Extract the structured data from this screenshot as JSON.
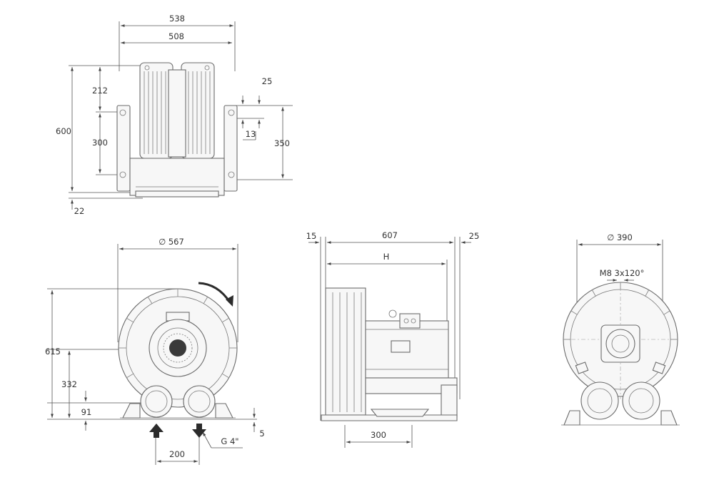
{
  "diagram": {
    "top_view": {
      "width_outer": "538",
      "width_inner": "508",
      "height_total": "600",
      "height_upper": "212",
      "height_lower": "300",
      "foot_height": "22",
      "bracket_offset": "25",
      "bracket_thickness": "13",
      "bracket_height": "350"
    },
    "front_view": {
      "diameter": "∅ 567",
      "height_total": "615",
      "height_center": "332",
      "port_height": "91",
      "base_offset": "5",
      "port_spacing": "200",
      "port_thread": "G 4\""
    },
    "side_view": {
      "offset_left": "15",
      "length": "607",
      "offset_right": "25",
      "motor_length": "H",
      "foot_spacing": "300"
    },
    "rear_view": {
      "diameter": "∅ 390",
      "bolt_pattern": "M8 3x120°"
    }
  },
  "colors": {
    "arrow": "#2b2b2b",
    "lines": "#555555"
  }
}
